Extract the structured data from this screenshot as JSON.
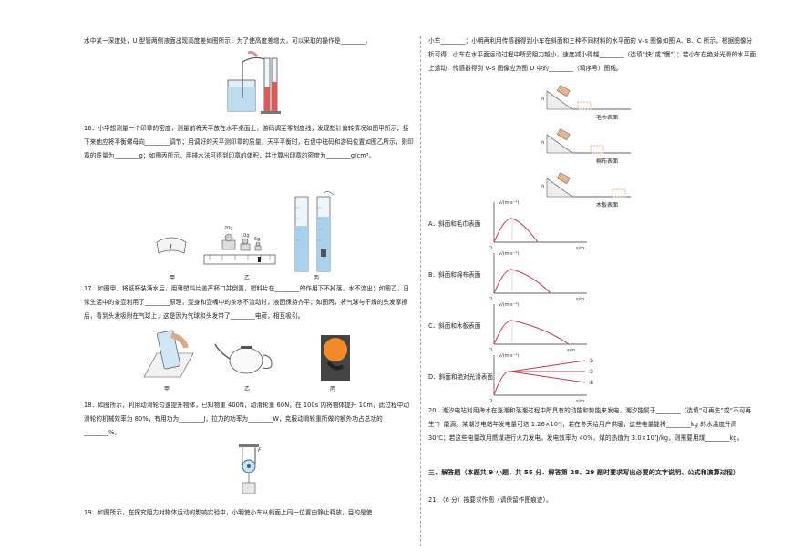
{
  "left": {
    "q15_tail": "水中某一深度处，U 型管两侧液面出现高度差如图所示，为了使高度差增大，可以采取的操作是________。",
    "q16": "16．小华想测量一个印章的密度，测量前将天平放在水平桌面上，游码调至零刻度线，发现指针偏转情况如图甲所示，接下来他应将平衡螺母向________调节；用调好的天平测印章的质量，天平平衡时，右盘中砝码和游码位置如图乙所示，则印章的质量为________g；如图丙所示，用排水法可得到印章的体积，并计算出印章的密度为________g/cm³。",
    "q16_labels": [
      "甲",
      "乙",
      "丙"
    ],
    "weights": [
      "20g",
      "10g",
      "5g"
    ],
    "q17": "17．如图甲，将纸杯装满水后，用薄塑料片盖严杯口并倒置，塑料片在________的作用下不掉落，水不流出；如图乙，日常生活中的茶壶利用了________原理，壶身和壶嘴中的茶水不流动时，液面保持齐平；如图丙，将气球与干燥的头发摩擦后，看到头发吸附在气球上，这是因为气球和头发带了________电荷，相互吸引。",
    "q17_labels": [
      "甲",
      "乙",
      "丙"
    ],
    "q18": "18．如图所示，利用动滑轮匀速提升物体，已知物重 400N，动滑轮重 60N，在 100s 内将物体提升 10m，此过程中动滑轮的机械效率为 80%，有用功为________J，拉力的功率为________W，克服动滑轮重所做的额外功占总功的________%。",
    "q18_force": "F",
    "q19": "19．如图所示，在探究阻力对物体运动的影响实验中，小明使小车从斜面上同一位置由静止释放，目的是使"
  },
  "right": {
    "q19_cont": "小车________；小明再利用传感器得到小车在斜面和三种不同材料的水平面的 v–s 图像如图 A、B、C 所示，根据图像分析可得：小车在水平面运动过程中所受阻力越小，速度减小得越________（选填“快”或“慢”）；若小车在绝对光滑的水平面上运动，传感器得到 v–s 图像应为图 D 中的________（填序号）图线。",
    "surfaces": [
      "毛巾表面",
      "棉布表面",
      "木板表面"
    ],
    "h_label": "h",
    "axis_v": "v/(m·s⁻¹)",
    "axis_s": "s/m",
    "origin": "O",
    "options": [
      "A．斜面和毛巾表面",
      "B．斜面和棉布表面",
      "C．斜面和木板表面",
      "D．斜面和绝对光滑表面"
    ],
    "d_marks": [
      "③",
      "②",
      "①"
    ],
    "q20": "20．潮汐电站利用海水在涨潮和落潮过程中所具有的动能和势能来发电，潮汐能属于________（选填“可再生”或“不可再生”）能源。某潮汐电站年发电量可达 1.26×10⁹J，若在冬天给用户供暖，这些电量能将________kg 的水温度升高 30℃；若这些电量改用燃煤进行火力发电，发电效率为 40%，煤的热值为 3.0×10⁷J/kg，则需要用煤________kg。",
    "section3": "三、解答题（本题共 9 小题，共 55 分．解答第 28、29 题时要求写出必要的文字说明、公式和演算过程）",
    "q21": "21．（6 分）按要求作图（请保留作图痕迹）。"
  },
  "colors": {
    "curve": "#c0395a",
    "line": "#333333",
    "fill_orange": "#f08a2a"
  }
}
